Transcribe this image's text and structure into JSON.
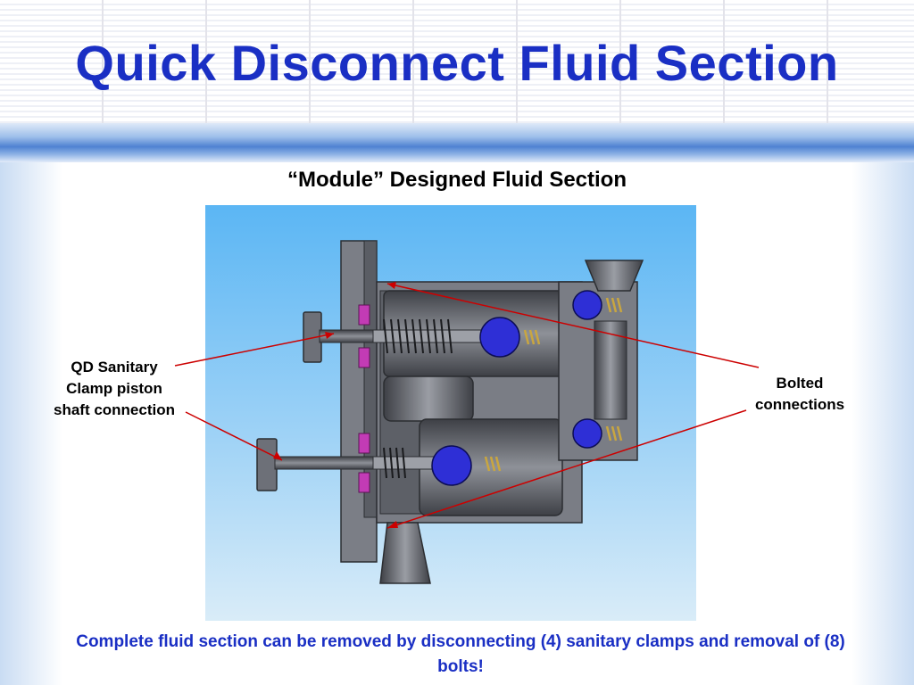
{
  "slide": {
    "title": "Quick Disconnect Fluid Section",
    "subtitle": "“Module” Designed Fluid Section",
    "footer": "Complete fluid section can be removed by disconnecting (4) sanitary clamps and removal of (8) bolts!"
  },
  "callouts": {
    "left": {
      "lines": [
        "QD Sanitary",
        "Clamp piston",
        "shaft connection"
      ]
    },
    "right": {
      "lines": [
        "Bolted",
        "connections"
      ]
    }
  },
  "colors": {
    "title": "#1a2fc4",
    "leader": "#cc0000",
    "part_gray": "#6d7078",
    "ball_blue": "#2e2fd6",
    "seal_magenta": "#c23bb5"
  }
}
